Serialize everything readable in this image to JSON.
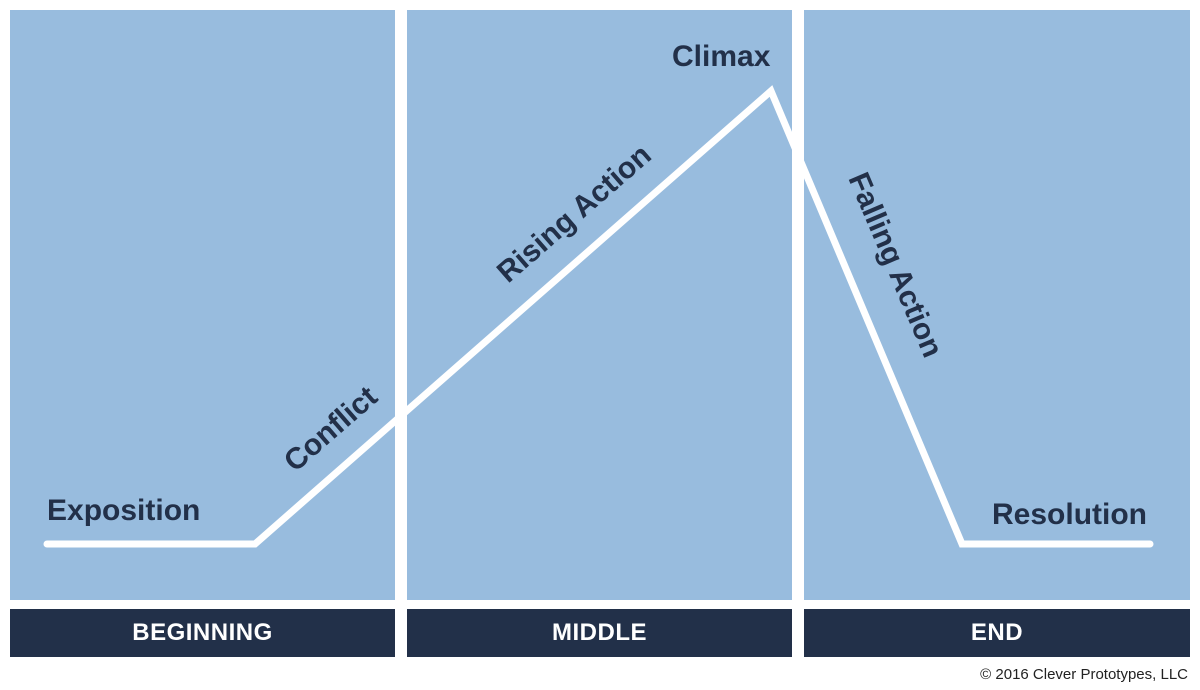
{
  "sections": {
    "beginning": "BEGINNING",
    "middle": "MIDDLE",
    "end": "END"
  },
  "stages": {
    "exposition": "Exposition",
    "conflict": "Conflict",
    "rising_action": "Rising Action",
    "climax": "Climax",
    "falling_action": "Falling Action",
    "resolution": "Resolution"
  },
  "copyright": "© 2016 Clever Prototypes, LLC",
  "colors": {
    "panel": "#98bcde",
    "bar": "#223049",
    "line": "#ffffff",
    "label": "#223049"
  }
}
